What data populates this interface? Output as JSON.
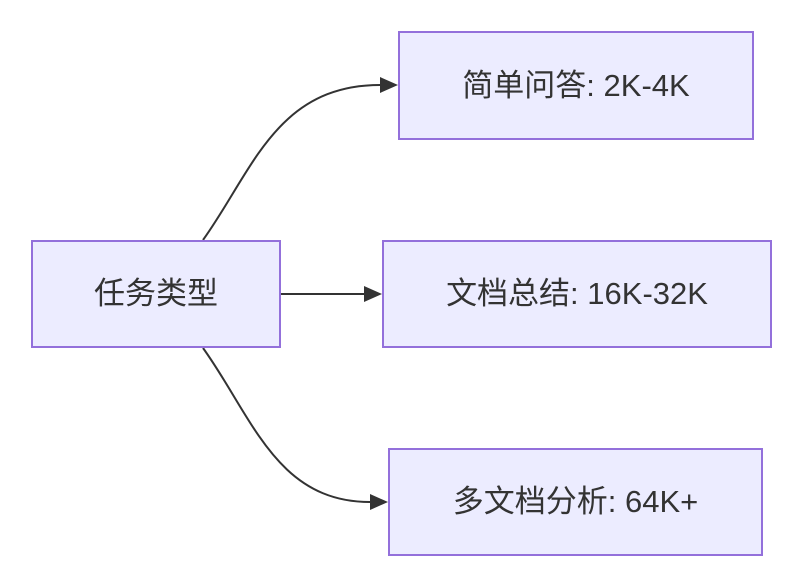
{
  "diagram": {
    "type": "flowchart-LR",
    "root": {
      "id": "task-type",
      "label": "任务类型"
    },
    "nodes": [
      {
        "id": "simple-qa",
        "label": "简单问答: 2K-4K"
      },
      {
        "id": "doc-summary",
        "label": "文档总结: 16K-32K"
      },
      {
        "id": "multi-doc-analysis",
        "label": "多文档分析: 64K+"
      }
    ],
    "edges": [
      {
        "from": "task-type",
        "to": "simple-qa",
        "arrow": "triangle"
      },
      {
        "from": "task-type",
        "to": "doc-summary",
        "arrow": "triangle"
      },
      {
        "from": "task-type",
        "to": "multi-doc-analysis",
        "arrow": "triangle"
      }
    ]
  },
  "colors": {
    "node_fill": "#ECECFF",
    "node_border": "#9370DB",
    "edge": "#333333",
    "text": "#333333",
    "background": "#FFFFFF"
  }
}
